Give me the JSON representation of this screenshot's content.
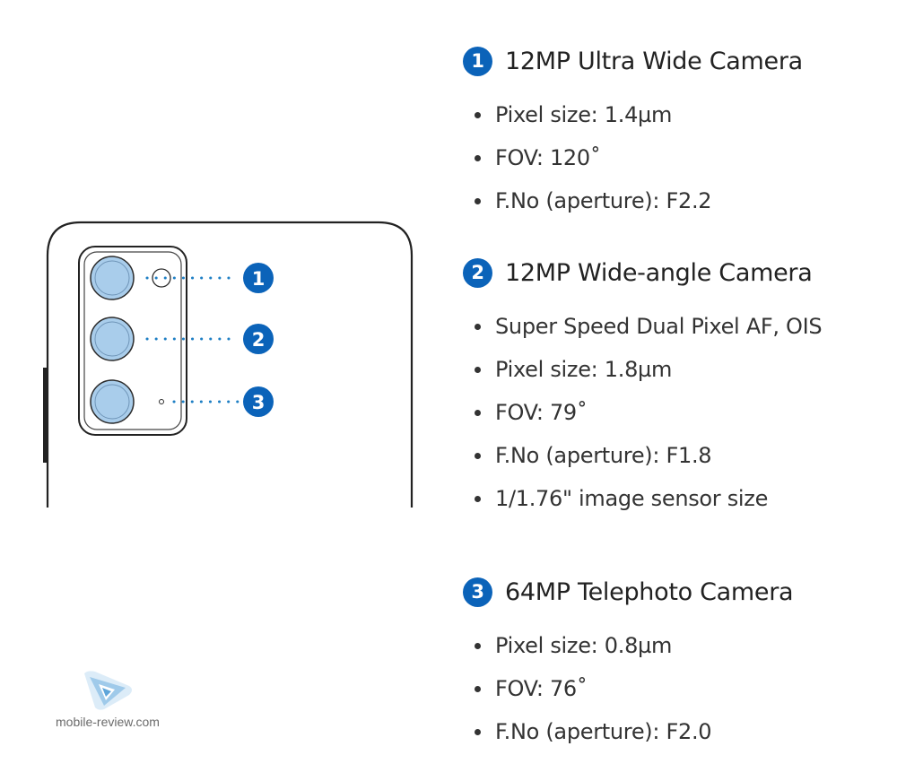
{
  "colors": {
    "accent": "#0b63b9",
    "lens_fill": "#a9cdeb",
    "dots": "#1e7fc4"
  },
  "diagram": {
    "callouts": [
      "1",
      "2",
      "3"
    ]
  },
  "specs": [
    {
      "number": "1",
      "title": "12MP Ultra Wide Camera",
      "items": [
        "Pixel size: 1.4µm",
        "FOV: 120˚",
        "F.No (aperture): F2.2"
      ]
    },
    {
      "number": "2",
      "title": "12MP Wide-angle Camera",
      "items": [
        "Super Speed Dual Pixel AF, OIS",
        "Pixel size: 1.8µm",
        "FOV: 79˚",
        "F.No (aperture): F1.8",
        "1/1.76\" image sensor size"
      ]
    },
    {
      "number": "3",
      "title": "64MP Telephoto Camera",
      "items": [
        "Pixel size: 0.8µm",
        "FOV: 76˚",
        "F.No (aperture): F2.0"
      ]
    }
  ],
  "watermark": {
    "text": "mobile-review.com",
    "icon": "mobile-review-logo-icon"
  }
}
